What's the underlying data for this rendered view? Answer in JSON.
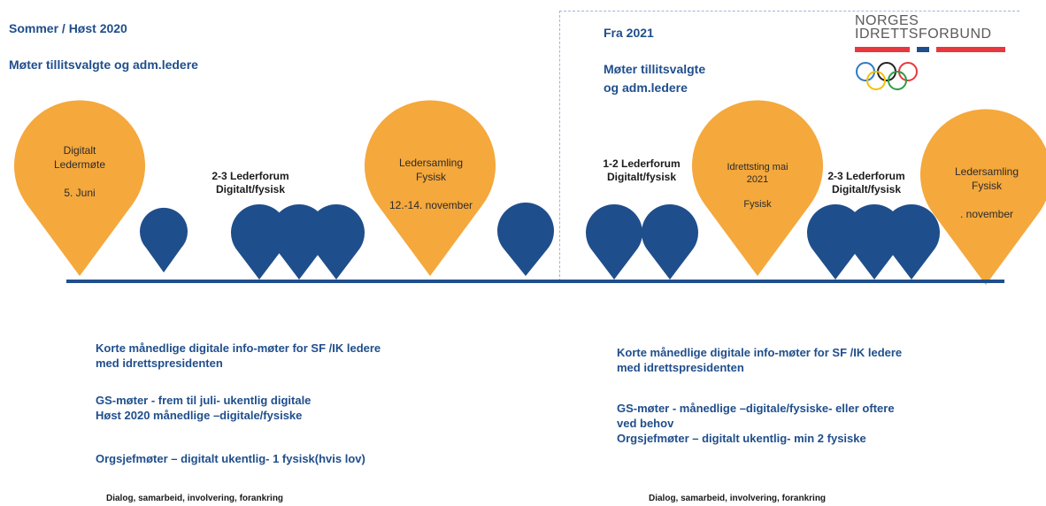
{
  "left": {
    "period": "Sommer / Høst 2020",
    "subtitle": "Møter tillitsvalgte  og adm.ledere",
    "pins": [
      {
        "text": "Digitalt\nLedermøte\n\n5. Juni"
      },
      {
        "text": "Ledersamling\nFysisk\n\n12.-14. november"
      }
    ],
    "label_forum": "2-3 Lederforum\nDigitalt/fysisk",
    "notes": [
      "Korte månedlige  digitale  info-møter  for  SF /IK ledere\nmed idrettspresidenten",
      "GS-møter  -  frem til juli-  ukentlig  digitale\nHøst 2020  månedlige  –digitale/fysiske",
      "Orgsjefmøter  –  digitalt  ukentlig-  1 fysisk(hvis  lov)"
    ],
    "footer": "Dialog, samarbeid, involvering, forankring"
  },
  "right": {
    "period": "Fra 2021",
    "subtitle": "Møter tillitsvalgte\nog adm.ledere",
    "pins": [
      {
        "text": "Idrettsting mai\n2021\n\nFysisk"
      },
      {
        "text": "Ledersamling\nFysisk\n\n. november"
      }
    ],
    "label_forum_1": "1-2 Lederforum\nDigitalt/fysisk",
    "label_forum_2": "2-3 Lederforum\nDigitalt/fysisk",
    "notes": [
      "Korte månedlige  digitale  info-møter  for  SF /IK ledere\nmed idrettspresidenten",
      "GS-møter  -   månedlige  –digitale/fysiske-  eller  oftere\nved behov\nOrgsjefmøter  –  digitalt  ukentlig-  min 2 fysiske"
    ],
    "footer": "Dialog, samarbeid, involvering, forankring"
  },
  "logo": {
    "line1": "NORGES",
    "line2": "IDRETTSFORBUND"
  },
  "colors": {
    "navy": "#1f4e8c",
    "orange": "#f5a83c",
    "text_blue": "#1f4e8c",
    "logo_red": "#e8383d",
    "logo_blue": "#1f4e8c"
  }
}
